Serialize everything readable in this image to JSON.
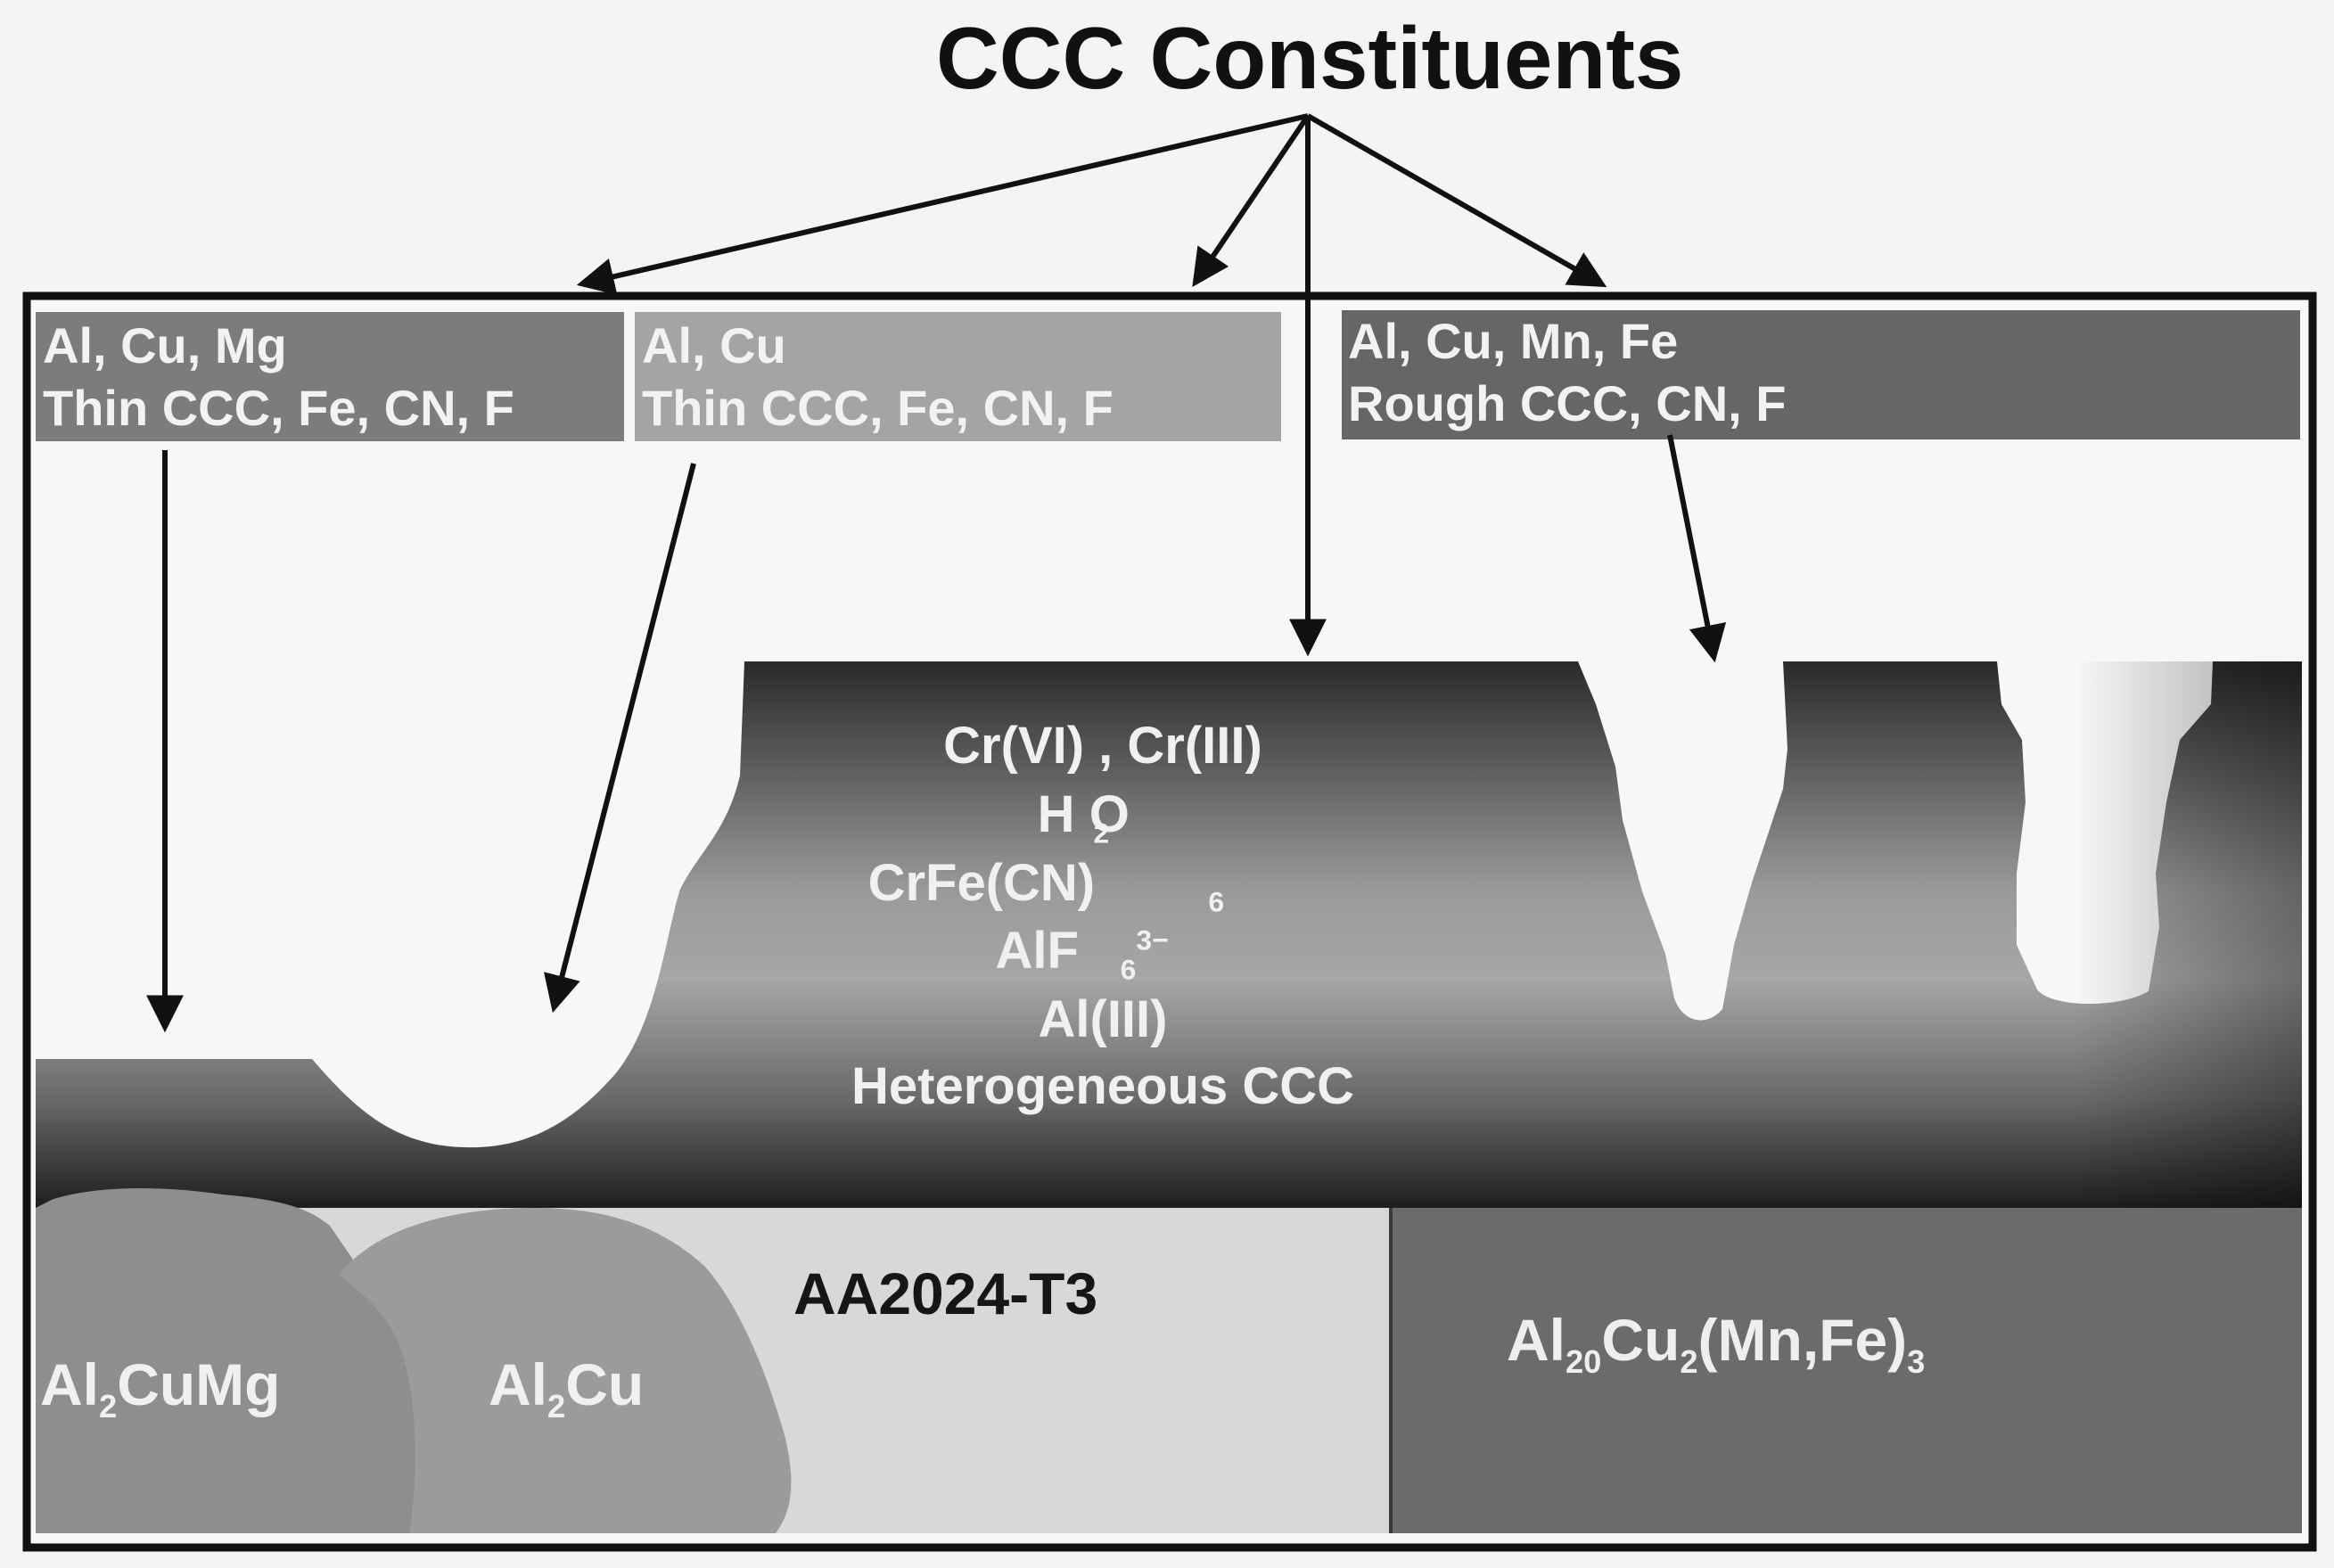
{
  "title": "CCC Constituents",
  "bands": [
    {
      "line1": "Al, Cu, Mg",
      "line2": "Thin CCC, Fe, CN, F"
    },
    {
      "line1": "Al, Cu",
      "line2": "Thin CCC, Fe, CN, F"
    },
    {
      "line1": "Al, Cu, Mn, Fe",
      "line2": "Rough CCC, CN, F"
    }
  ],
  "coating_species": {
    "cr": "Cr(VI) , Cr(III)",
    "water_h": "H",
    "water_sub": "2",
    "water_o": "O",
    "cyanide_main": "CrFe(CN)",
    "cyanide_sub": "6",
    "fluoride_main": "AlF",
    "fluoride_sub": "6",
    "fluoride_sup": "3−",
    "al": "Al(III)",
    "heterogeneous": "Heterogeneous CCC"
  },
  "phases": {
    "alloy": "AA2024-T3",
    "s_phase": {
      "a": "Al",
      "sub": "2",
      "b": "CuMg"
    },
    "theta_phase": {
      "a": "Al",
      "sub": "2",
      "b": "Cu"
    },
    "mn_fe_phase": {
      "a": "Al",
      "sub1": "20",
      "b": "Cu",
      "sub2": "2",
      "c": "(Mn,Fe)",
      "sub3": "3"
    }
  },
  "colors": {
    "frame": "#111111",
    "background": "#f4f4f4",
    "matrix": "#d8d8d8",
    "mn_fe_particle": "#6b6b6b",
    "s_particle": "#8e8e8e",
    "theta_particle": "#9b9b9b",
    "band_left": "#7c7c7c",
    "band_mid": "#a4a4a4",
    "band_right": "#666666"
  }
}
